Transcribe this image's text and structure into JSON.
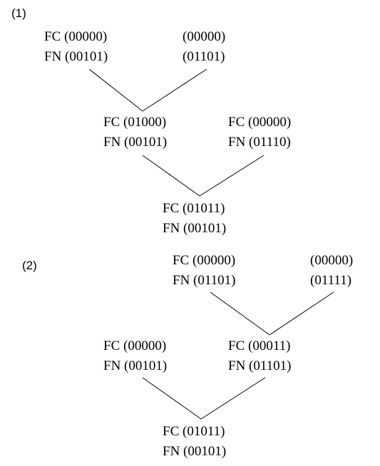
{
  "diagram1": {
    "label": "(1)",
    "top_left": {
      "line1": "FC (00000)",
      "line2": "FN (00101)"
    },
    "top_right": {
      "line1": "(00000)",
      "line2": "(01101)"
    },
    "mid_left": {
      "line1": "FC (01000)",
      "line2": "FN (00101)"
    },
    "mid_right": {
      "line1": "FC (00000)",
      "line2": "FN (01110)"
    },
    "bottom": {
      "line1": "FC (01011)",
      "line2": "FN (00101)"
    }
  },
  "diagram2": {
    "label": "(2)",
    "top_left": {
      "line1": "FC (00000)",
      "line2": "FN (01101)"
    },
    "top_right": {
      "line1": "(00000)",
      "line2": "(01111)"
    },
    "mid_left": {
      "line1": "FC (00000)",
      "line2": "FN (00101)"
    },
    "mid_right": {
      "line1": "FC (00011)",
      "line2": "FN (01101)"
    },
    "bottom": {
      "line1": "FC (01011)",
      "line2": "FN (00101)"
    }
  }
}
